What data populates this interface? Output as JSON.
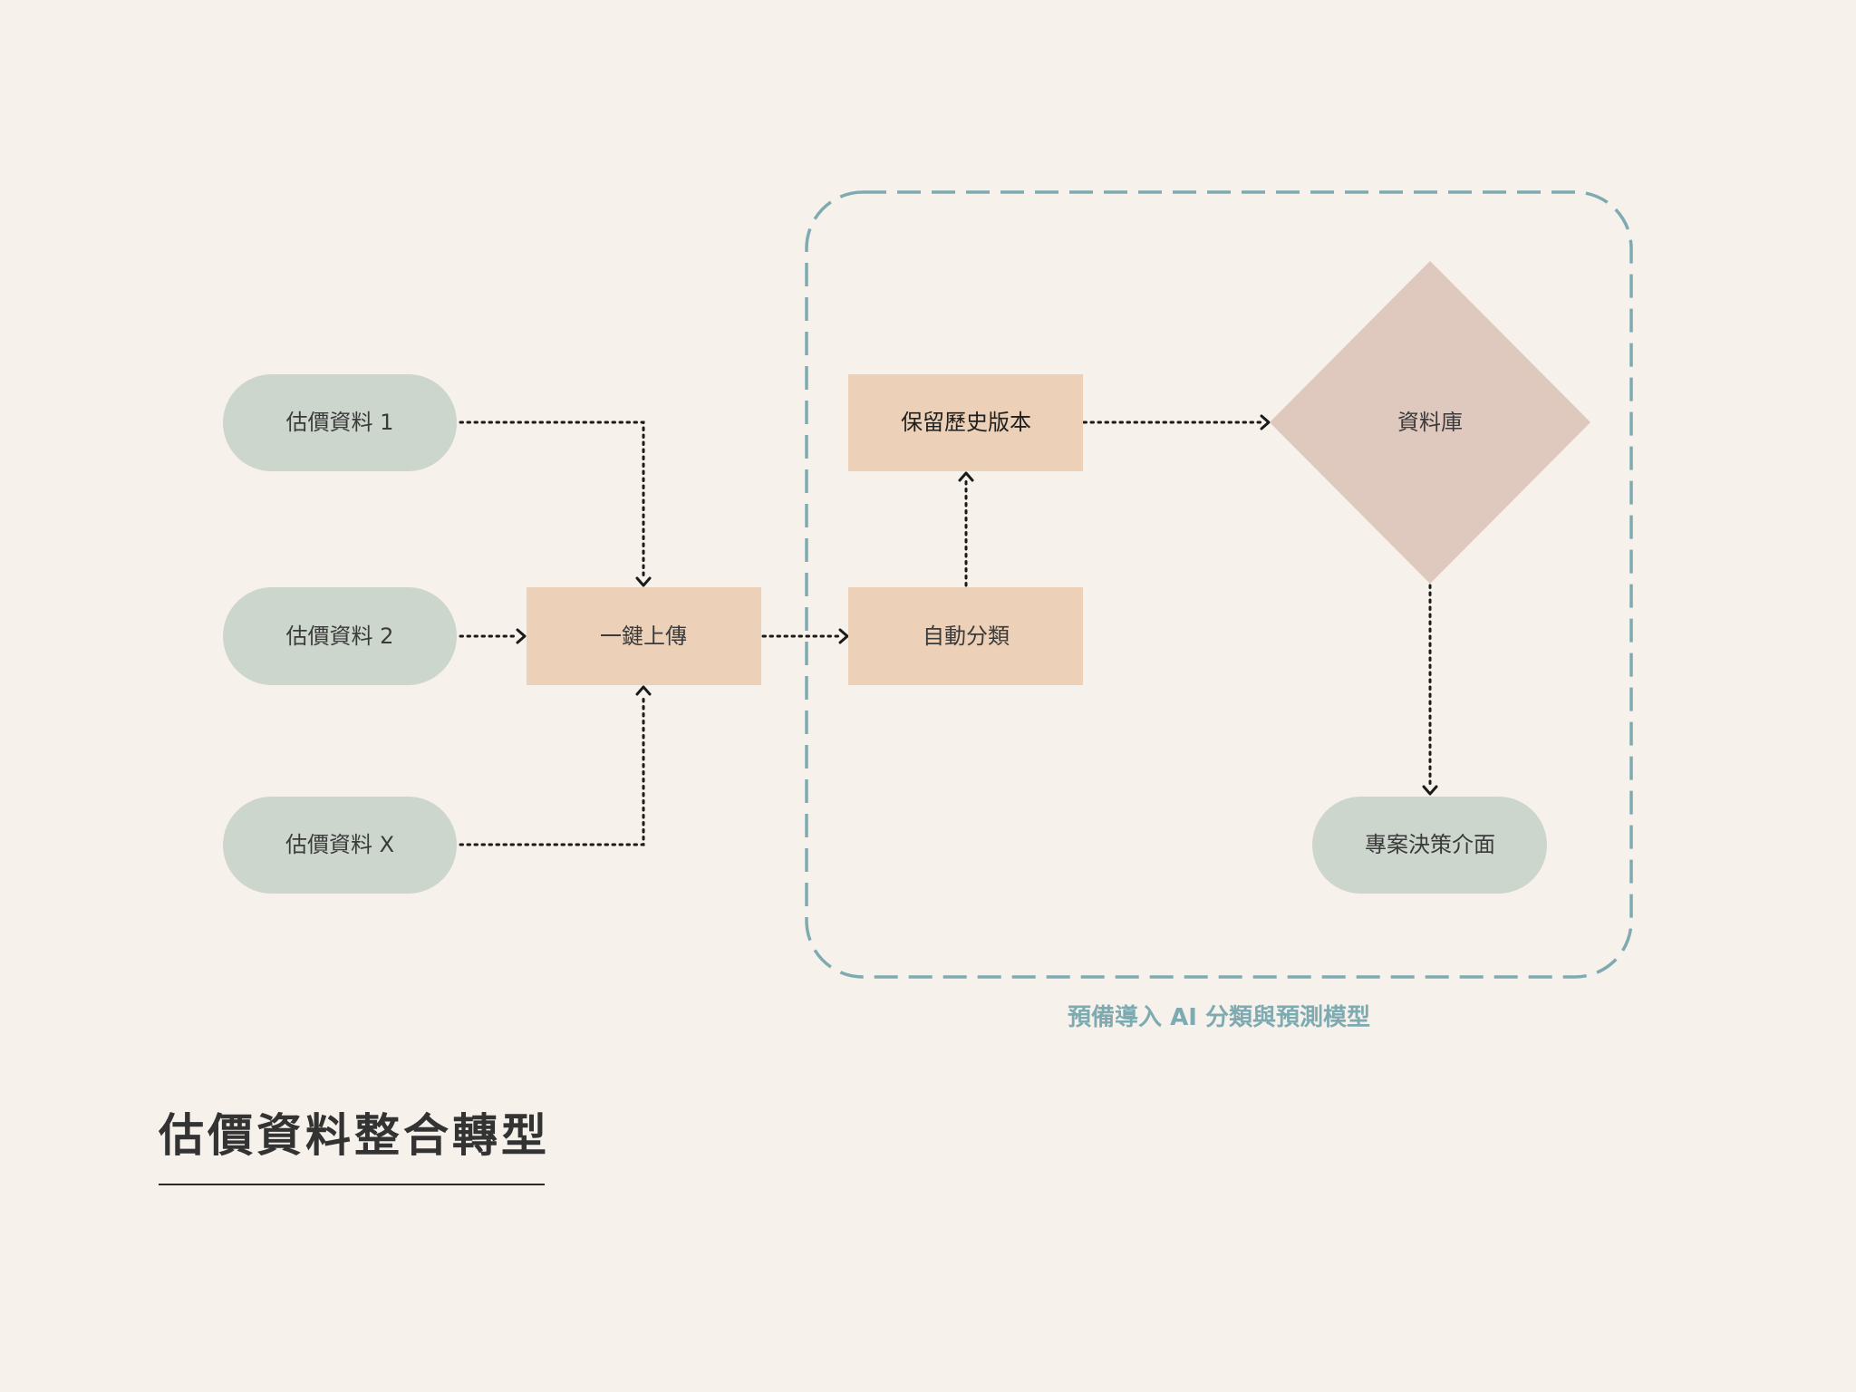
{
  "title": "估價資料整合轉型",
  "group": {
    "caption": "預備導入 AI 分類與預測模型"
  },
  "nodes": {
    "source_1": "估價資料 1",
    "source_2": "估價資料 2",
    "source_x": "估價資料 X",
    "upload": "一鍵上傳",
    "classify": "自動分類",
    "history": "保留歷史版本",
    "database": "資料庫",
    "decision_ui": "專案決策介面"
  },
  "edges": [
    {
      "from": "估價資料 1",
      "to": "一鍵上傳"
    },
    {
      "from": "估價資料 2",
      "to": "一鍵上傳"
    },
    {
      "from": "估價資料 X",
      "to": "一鍵上傳"
    },
    {
      "from": "一鍵上傳",
      "to": "自動分類"
    },
    {
      "from": "自動分類",
      "to": "保留歷史版本"
    },
    {
      "from": "保留歷史版本",
      "to": "資料庫"
    },
    {
      "from": "資料庫",
      "to": "專案決策介面"
    }
  ],
  "colors": {
    "background": "#f6f1eb",
    "pill_node": "#cdd6cd",
    "process_node": "#ecd0b8",
    "database_node": "#dfc8bd",
    "group_frame": "#7eaab1",
    "connector": "#1a1a1a",
    "title_text": "#333333"
  }
}
